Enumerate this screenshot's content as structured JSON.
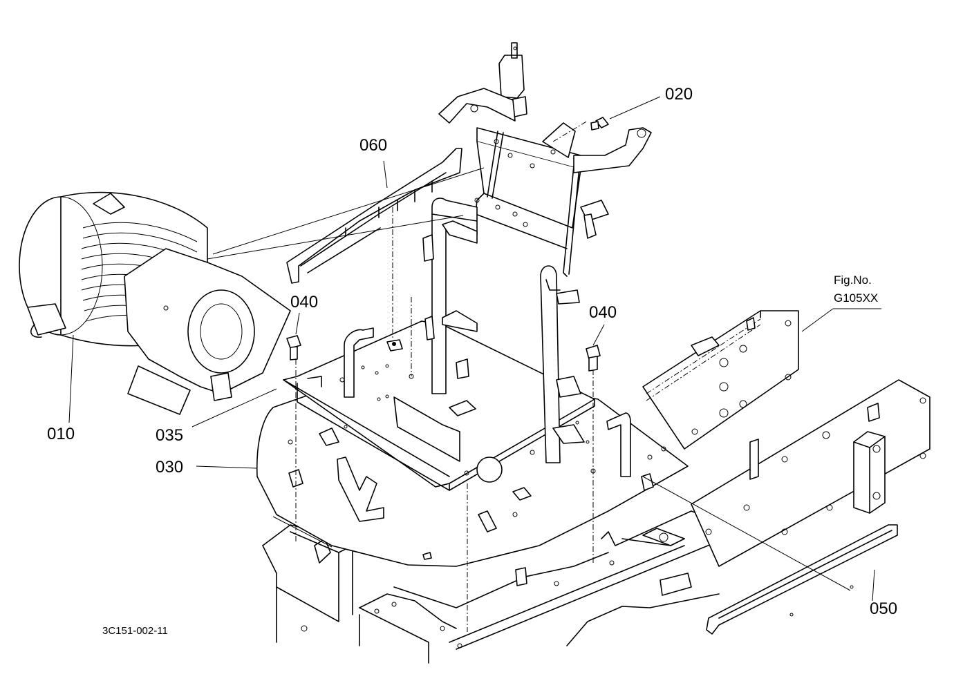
{
  "diagram": {
    "labels": {
      "p010": "010",
      "p020": "020",
      "p030": "030",
      "p035": "035",
      "p040a": "040",
      "p040b": "040",
      "p050": "050",
      "p060": "060"
    },
    "figure_ref": {
      "line1": "Fig.No.",
      "line2": "G105XX"
    },
    "drawing_number": "3C151-002-11"
  }
}
